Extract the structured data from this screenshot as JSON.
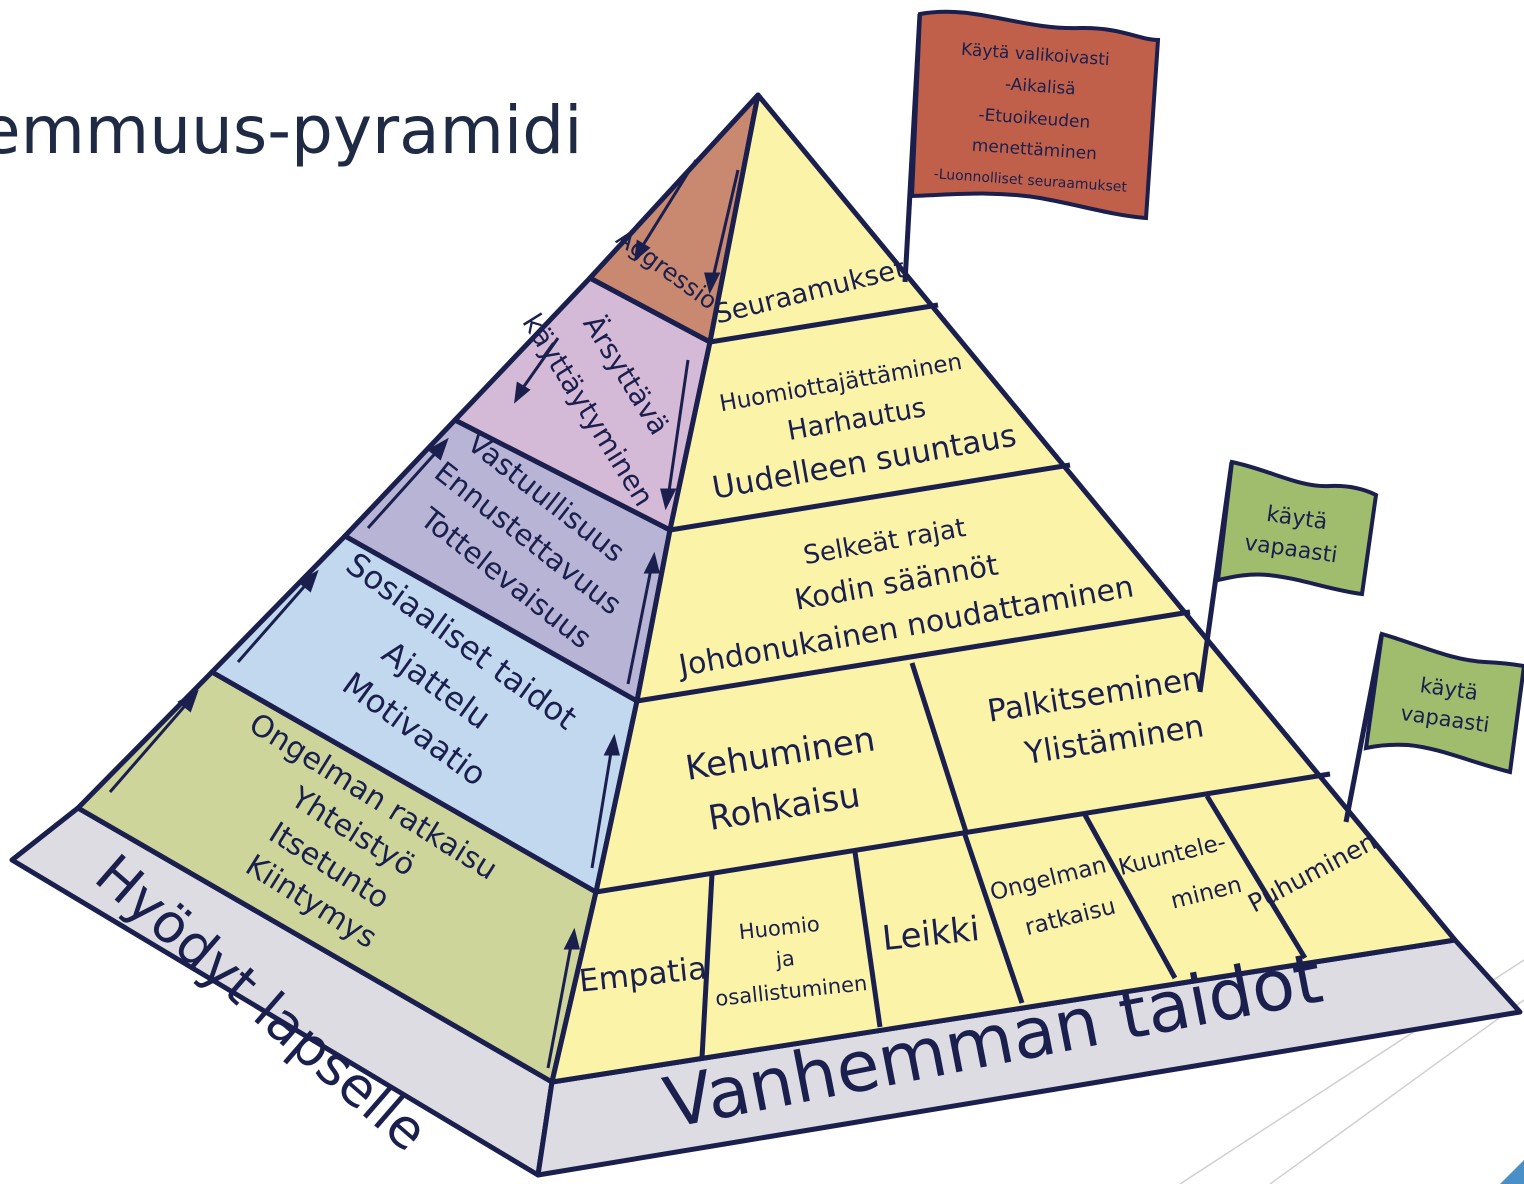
{
  "title": "emmuus-pyramidi",
  "base": {
    "left_label": "Hyödyt lapselle",
    "right_label": "Vanhemman taidot"
  },
  "left_face": {
    "level1": [
      "Ongelman ratkaisu",
      "Yhteistyö",
      "Itsetunto",
      "Kiintymys"
    ],
    "level2": [
      "Sosiaaliset taidot",
      "Ajattelu",
      "Motivaatio"
    ],
    "level3": [
      "Vastuullisuus",
      "Ennustettavuus",
      "Tottelevaisuus"
    ],
    "level4": [
      "Ärsyttävä",
      "käyttäytyminen"
    ],
    "level5": [
      "Aggressio"
    ]
  },
  "right_face": {
    "level1": [
      "Empatia",
      "Huomio",
      "ja",
      "osallistuminen",
      "Leikki",
      "Ongelman",
      "ratkaisu",
      "Kuuntele-",
      "minen",
      "Puhuminen"
    ],
    "level2": [
      "Kehuminen",
      "Rohkaisu",
      "Palkitseminen",
      "Ylistäminen"
    ],
    "level3": [
      "Selkeät rajat",
      "Kodin säännöt",
      "Johdonukainen noudattaminen"
    ],
    "level4": [
      "Huomiottajättäminen",
      "Harhautus",
      "Uudelleen suuntaus"
    ],
    "level5": [
      "Seuraamukset"
    ]
  },
  "flags": {
    "top": [
      "Käytä valikoivasti",
      "-Aikalisä",
      "-Etuoikeuden",
      "menettäminen",
      "-Luonnolliset seuraamukset"
    ],
    "middle": [
      "käytä",
      "vapaasti"
    ],
    "lower": [
      "käytä",
      "vapaasti"
    ]
  },
  "colors": {
    "outline": "#1a1f4d",
    "right_face": "#fbf3a8",
    "base": "#dcdce2",
    "left_level1": "#cdd59b",
    "left_level2": "#c2d8ee",
    "left_level3": "#b7b4d6",
    "left_level4": "#d4bad6",
    "left_level5": "#c98870",
    "flag_top": "#c0604a",
    "flag_green": "#9fbd6c"
  }
}
